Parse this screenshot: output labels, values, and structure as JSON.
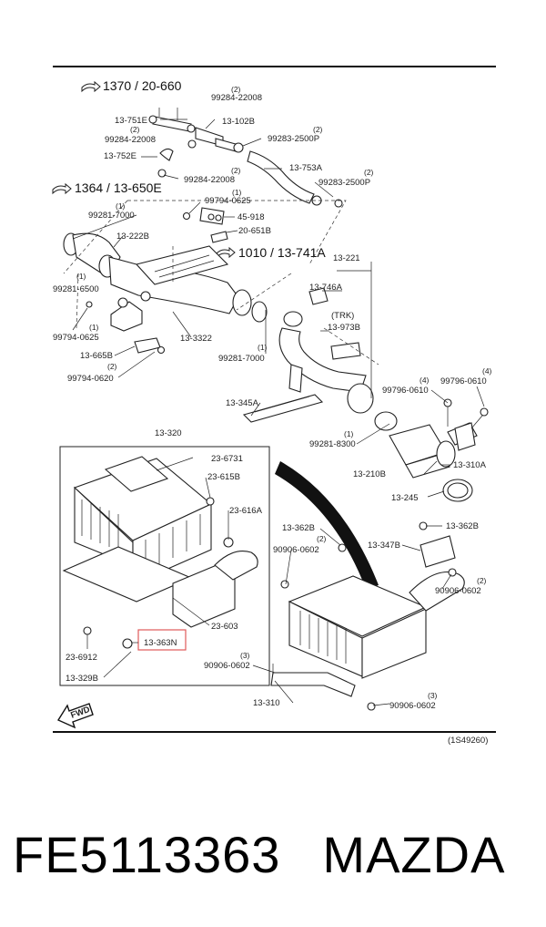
{
  "diagram": {
    "ref_code": "(1S49260)",
    "fwd_label": "FWD",
    "trk_label": "(TRK)",
    "highlight_color": "#e05a5a",
    "refs": [
      {
        "text": "1370 / 20-660"
      },
      {
        "text": "1364 / 13-650E"
      },
      {
        "text": "1010 / 13-741A"
      }
    ],
    "labels": {
      "l1": "99284-22008",
      "l1q": "(2)",
      "l2": "13-751E",
      "l3": "13-102B",
      "l4": "99284-22008",
      "l4q": "(2)",
      "l5": "99283-2500P",
      "l5q": "(2)",
      "l6": "13-752E",
      "l7": "13-753A",
      "l8": "99284-22008",
      "l8q": "(2)",
      "l9": "99283-2500P",
      "l9q": "(2)",
      "l10": "99794-0625",
      "l10q": "(1)",
      "l11": "99281-7000",
      "l11q": "(1)",
      "l12": "45-918",
      "l13": "13-222B",
      "l14": "20-651B",
      "l15": "13-221",
      "l16": "99281-6500",
      "l16q": "(1)",
      "l17": "13-746A",
      "l18": "99794-0625",
      "l18q": "(1)",
      "l19": "13-3322",
      "l20": "13-973B",
      "l21": "13-665B",
      "l22": "99794-0620",
      "l22q": "(2)",
      "l23": "99281-7000",
      "l23q": "(1)",
      "l24": "13-345A",
      "l25": "99796-0610",
      "l25q": "(4)",
      "l26": "99796-0610",
      "l26q": "(4)",
      "l27": "99281-8300",
      "l27q": "(1)",
      "l28": "13-320",
      "l29": "13-310A",
      "l30": "23-6731",
      "l31": "13-210B",
      "l32": "23-615B",
      "l33": "13-245",
      "l34": "23-616A",
      "l35": "13-362B",
      "l36": "13-362B",
      "l37": "90906-0602",
      "l37q": "(2)",
      "l38": "13-347B",
      "l39": "90906-0602",
      "l39q": "(2)",
      "l40": "23-603",
      "l41": "13-363N",
      "l42": "23-6912",
      "l43": "13-329B",
      "l44": "90906-0602",
      "l44q": "(3)",
      "l45": "13-310",
      "l46": "90906-0602",
      "l46q": "(3)"
    }
  },
  "caption": {
    "part_number": "FE5113363",
    "brand": "MAZDA"
  }
}
